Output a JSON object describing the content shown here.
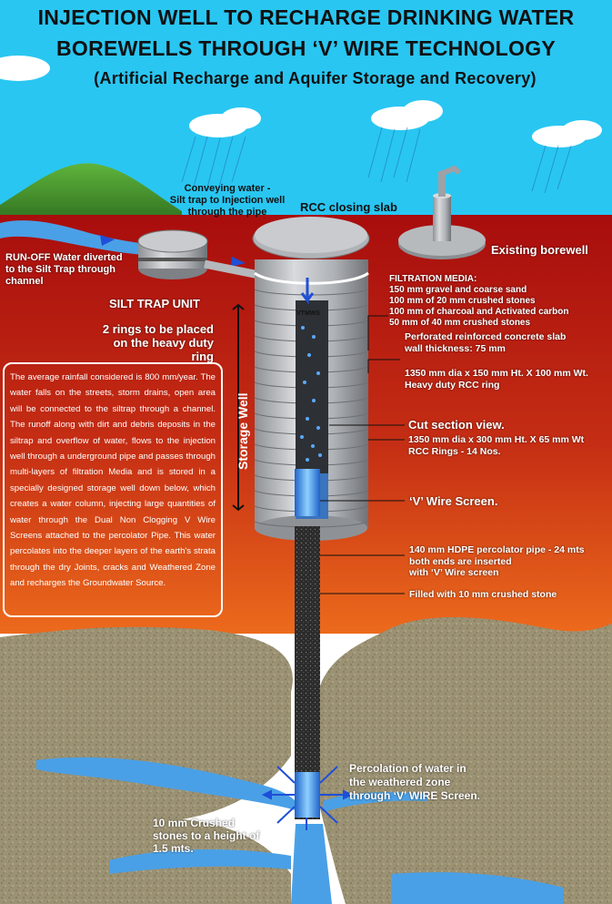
{
  "title": {
    "line1": "INJECTION WELL TO RECHARGE DRINKING WATER",
    "line2": "BOREWELLS THROUGH ‘V’ WIRE TECHNOLOGY",
    "line3": "(Artificial Recharge and Aquifer Storage and Recovery)"
  },
  "labels": {
    "conveying_water": "Conveying water -\nSilt trap to Injection well\nthrough the pipe",
    "rcc_closing_slab": "RCC closing slab",
    "existing_borewell": "Existing borewell",
    "runoff": "RUN-OFF Water diverted\nto the Silt Trap through\nchannel",
    "silt_trap_unit": "SILT TRAP UNIT",
    "two_rings": "2 rings to be placed\non the heavy duty ring",
    "filtration_media": "FILTRATION MEDIA:\n150 mm gravel and coarse sand\n100 mm of 20 mm crushed stones\n100 mm of charcoal and Activated carbon\n50 mm of 40 mm crushed stones",
    "perforated_slab": "Perforated reinforced concrete slab\nwall thickness: 75 mm",
    "heavy_ring": "1350 mm dia x 150 mm Ht. X 100 mm Wt.\nHeavy duty RCC ring",
    "cut_section": "Cut section view.",
    "rcc_rings": "1350 mm dia x 300 mm Ht. X 65 mm Wt\nRCC Rings - 14 Nos.",
    "v_wire_screen": "‘V’ Wire Screen.",
    "hdpe_pipe": "140 mm HDPE percolator pipe - 24 mts\nboth ends are inserted\nwith ‘V’ Wire screen",
    "filled_stone": "Filled with 10 mm crushed stone",
    "percolation": "Percolation of water in\nthe weathered zone\nthrough ‘V’ WIRE Screen.",
    "crushed_stones": "10 mm Crushed\nstones to a height of\n1.5 mts.",
    "storage_well": "Storage Well",
    "ring_stamp": "VTMWS"
  },
  "note": "The average rainfall considered is 800 mm/year. The water falls on the streets, storm drains, open area will be connected to the siltrap through a channel. The runoff along with dirt and debris deposits in the siltrap and overflow of water, flows to the injection well through a underground pipe and passes through multi-layers of filtration Media and is stored in a specially designed storage well down below, which creates a water column, injecting large quantities of water through the Dual Non Clogging V Wire Screens attached to the percolator Pipe. This water percolates into the deeper layers of the earth's strata through the dry Joints, cracks and Weathered Zone and recharges the Groundwater Source.",
  "colors": {
    "sky": "#29c6f2",
    "soil_top": "#b51616",
    "soil_bottom": "#e85d1a",
    "rock": "#9c9274",
    "water": "#4aa0e6",
    "arrow": "#1f4fd8",
    "ring": "#b9bcc0",
    "pipe": "#2a2a2a",
    "hill": "#3f8f2a"
  },
  "icons": [
    "cloud-icon",
    "hill-icon",
    "rain-icon",
    "silt-trap-icon",
    "borewell-icon",
    "injection-well-icon",
    "v-wire-screen-icon",
    "flow-arrow-icon",
    "water-drop-icon"
  ]
}
